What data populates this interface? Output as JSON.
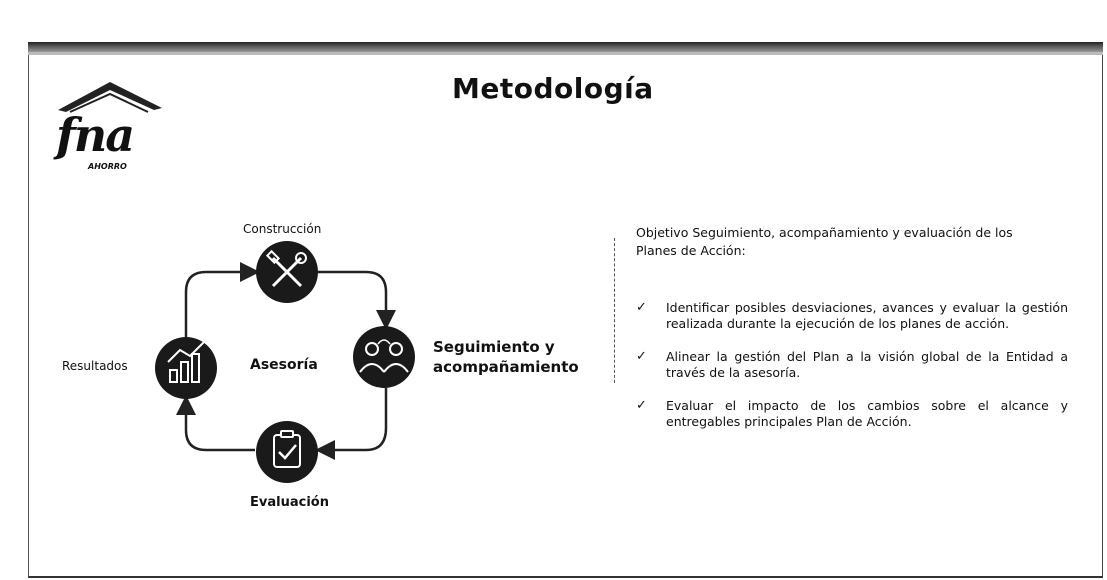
{
  "logo": {
    "brand": "fna",
    "tagline": "AHORRO"
  },
  "title": "Metodología",
  "diagram": {
    "center": "Asesoría",
    "steps": [
      {
        "label": "Construcción",
        "icon": "tools-icon"
      },
      {
        "label": "Seguimiento y",
        "label2": "acompañamiento",
        "icon": "people-icon"
      },
      {
        "label": "Evaluación",
        "icon": "clipboard-check-icon"
      },
      {
        "label": "Resultados",
        "icon": "growth-chart-icon"
      }
    ]
  },
  "objective": "Objetivo Seguimiento, acompañamiento y evaluación de los Planes de Acción:",
  "bullets": [
    {
      "check": "✓",
      "text": "Identificar posibles desviaciones, avances y evaluar la gestión realizada durante la ejecución de los planes de acción."
    },
    {
      "check": "✓",
      "text": "Alinear la gestión del Plan a la visión global de la Entidad a través de la asesoría."
    },
    {
      "check": "✓",
      "text": "Evaluar el impacto de los cambios sobre el alcance y entregables principales Plan de Acción."
    }
  ]
}
